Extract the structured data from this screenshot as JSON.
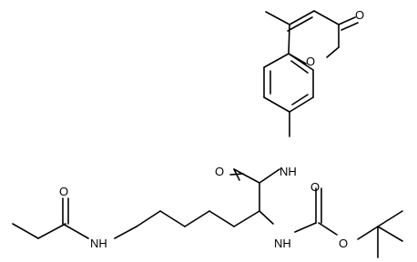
{
  "atom_labels": {
    "coumarin_carbonyl_o": "O",
    "ring_o": "O",
    "anilide_nh": "NH",
    "amide_o": "O",
    "carbamate_o": "O",
    "ester_o": "O",
    "carbamate_nh": "NH",
    "propanoyl_o": "O",
    "propanamide_nh": "NH"
  },
  "colors": {
    "bond": "#000000",
    "background": "#ffffff"
  }
}
